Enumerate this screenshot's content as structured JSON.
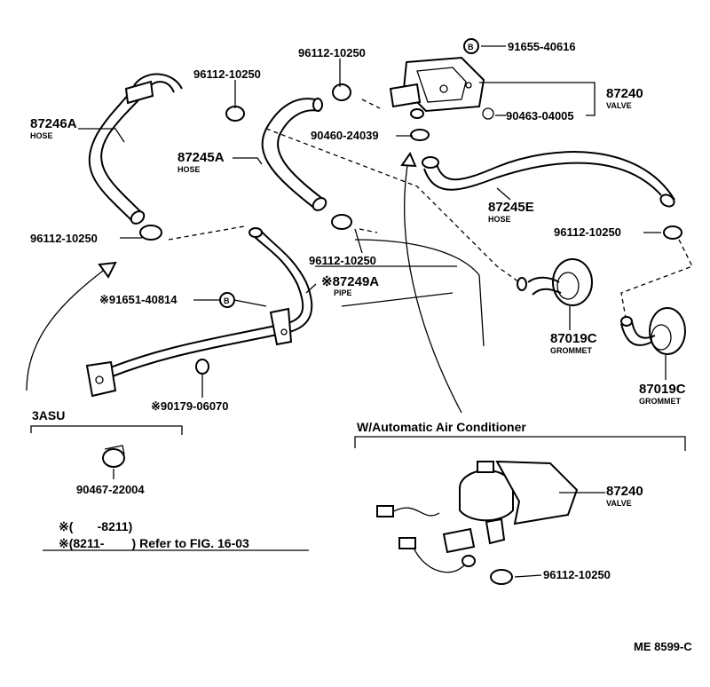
{
  "callouts": {
    "hose_87246a": {
      "number": "87246A",
      "name": "HOSE"
    },
    "clamp_top_left": "96112-10250",
    "clamp_top_mid": "96112-10250",
    "clamp_valve": "91655-40616",
    "valve_top": {
      "number": "87240",
      "name": "VALVE"
    },
    "screw_valve": "90463-04005",
    "clamp_90460": "90460-24039",
    "hose_87245a": {
      "number": "87245A",
      "name": "HOSE"
    },
    "hose_87245e": {
      "number": "87245E",
      "name": "HOSE"
    },
    "clamp_left_mid": "96112-10250",
    "clamp_center": "96112-10250",
    "clamp_right": "96112-10250",
    "pipe_87249a": {
      "number": "※87249A",
      "name": "PIPE"
    },
    "bolt_91651": "※91651-40814",
    "grommet_1": {
      "number": "87019C",
      "name": "GROMMET"
    },
    "grommet_2": {
      "number": "87019C",
      "name": "GROMMET"
    },
    "nut_90179": "※90179-06070",
    "valve_ac": {
      "number": "87240",
      "name": "VALVE"
    },
    "clamp_ac": "96112-10250"
  },
  "section_3asu": {
    "title": "3ASU",
    "part": "90467-22004"
  },
  "section_ac": {
    "title": "W/Automatic Air Conditioner"
  },
  "notes": {
    "line1": "※(       -8211)",
    "line2": "※(8211-        ) Refer to FIG. 16-03"
  },
  "ref_code": "ME 8599-C",
  "icons": {
    "ref_mark_b": "B"
  }
}
